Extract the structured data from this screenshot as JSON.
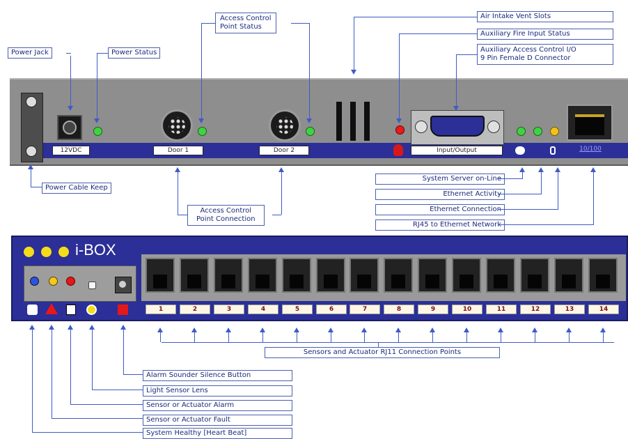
{
  "top_callouts": {
    "power_jack": "Power Jack",
    "power_status": "Power Status",
    "acp_status_line1": "Access Control",
    "acp_status_line2": "Point Status",
    "air_intake": "Air Intake Vent Slots",
    "aux_fire": "Auxiliary Fire Input Status",
    "aux_io_line1": "Auxiliary Access Control I/O",
    "aux_io_line2": "9 Pin Female D Connector",
    "power_cable_keep": "Power Cable Keep",
    "acp_conn_line1": "Access Control",
    "acp_conn_line2": "Point Connection",
    "server_online": "System Server on-Line",
    "eth_activity": "Ethernet Activity",
    "eth_connection": "Ethernet Connection",
    "rj45": "RJ45 to Ethernet Network"
  },
  "rear_panel": {
    "power_label": "12VDC",
    "door1_label": "Door 1",
    "door2_label": "Door 2",
    "io_label": "Input/Output",
    "rj45_label": "10/100"
  },
  "front_panel": {
    "brand": "i-BOX",
    "ports": [
      "1",
      "2",
      "3",
      "4",
      "5",
      "6",
      "7",
      "8",
      "9",
      "10",
      "11",
      "12",
      "13",
      "14"
    ]
  },
  "bottom_callouts": {
    "sensors_rj11": "Sensors and Actuator RJ11 Connection Points",
    "alarm_silence": "Alarm  Sounder Silence Button",
    "light_sensor": "Light Sensor Lens",
    "sensor_alarm": "Sensor or Actuator Alarm",
    "sensor_fault": "Sensor or Actuator Fault",
    "system_healthy": "System Healthy [Heart Beat]"
  },
  "colors": {
    "panel_blue": "#2b2f97",
    "panel_grey": "#8e8e8e",
    "led_green": "#3fd33f",
    "wire": "#3f5bc4"
  }
}
